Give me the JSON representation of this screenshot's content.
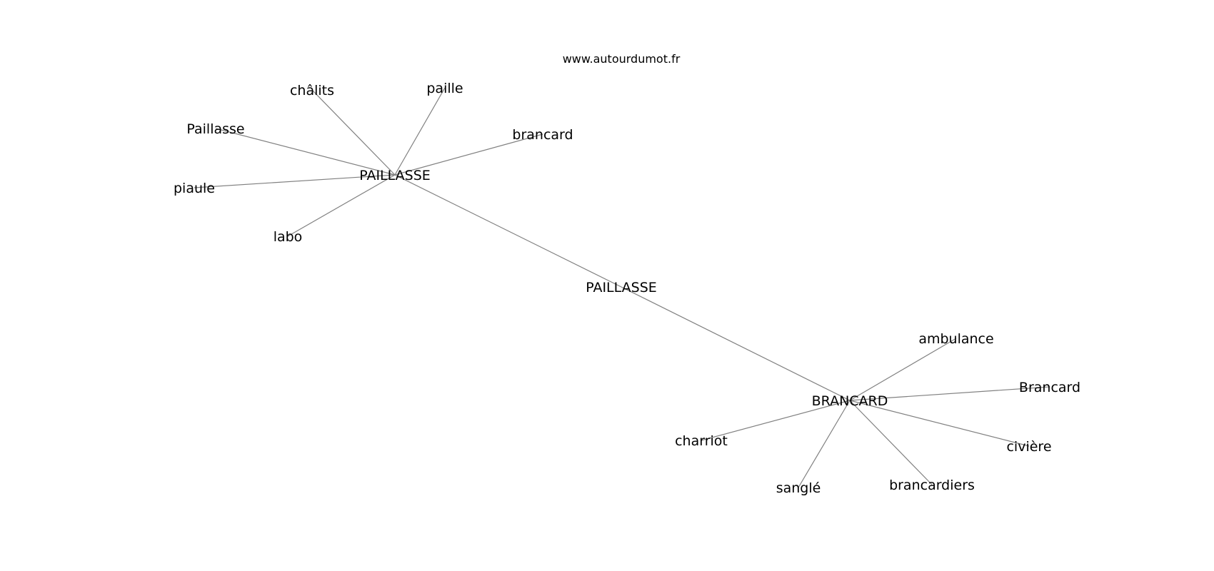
{
  "source": "www.autourdumot.fr",
  "graph": {
    "nodes": [
      {
        "id": "center",
        "label": "PAILLASSE",
        "hub": true
      },
      {
        "id": "hub_paillasse",
        "label": "PAILLASSE",
        "hub": true
      },
      {
        "id": "hub_brancard",
        "label": "BRANCARD",
        "hub": true
      },
      {
        "id": "chalits",
        "label": "châlits"
      },
      {
        "id": "paille",
        "label": "paille"
      },
      {
        "id": "paillasse_lc",
        "label": "Paillasse"
      },
      {
        "id": "brancard_lc",
        "label": "brancard"
      },
      {
        "id": "piaule",
        "label": "piaule"
      },
      {
        "id": "labo",
        "label": "labo"
      },
      {
        "id": "ambulance",
        "label": "ambulance"
      },
      {
        "id": "brancard_cap",
        "label": "Brancard"
      },
      {
        "id": "civiere",
        "label": "civière"
      },
      {
        "id": "brancardiers",
        "label": "brancardiers"
      },
      {
        "id": "sangle",
        "label": "sanglé"
      },
      {
        "id": "charriot",
        "label": "charriot"
      }
    ],
    "edges": [
      [
        "hub_paillasse",
        "center"
      ],
      [
        "center",
        "hub_brancard"
      ],
      [
        "hub_paillasse",
        "chalits"
      ],
      [
        "hub_paillasse",
        "paille"
      ],
      [
        "hub_paillasse",
        "paillasse_lc"
      ],
      [
        "hub_paillasse",
        "brancard_lc"
      ],
      [
        "hub_paillasse",
        "piaule"
      ],
      [
        "hub_paillasse",
        "labo"
      ],
      [
        "hub_brancard",
        "ambulance"
      ],
      [
        "hub_brancard",
        "brancard_cap"
      ],
      [
        "hub_brancard",
        "civiere"
      ],
      [
        "hub_brancard",
        "brancardiers"
      ],
      [
        "hub_brancard",
        "sangle"
      ],
      [
        "hub_brancard",
        "charriot"
      ]
    ]
  }
}
